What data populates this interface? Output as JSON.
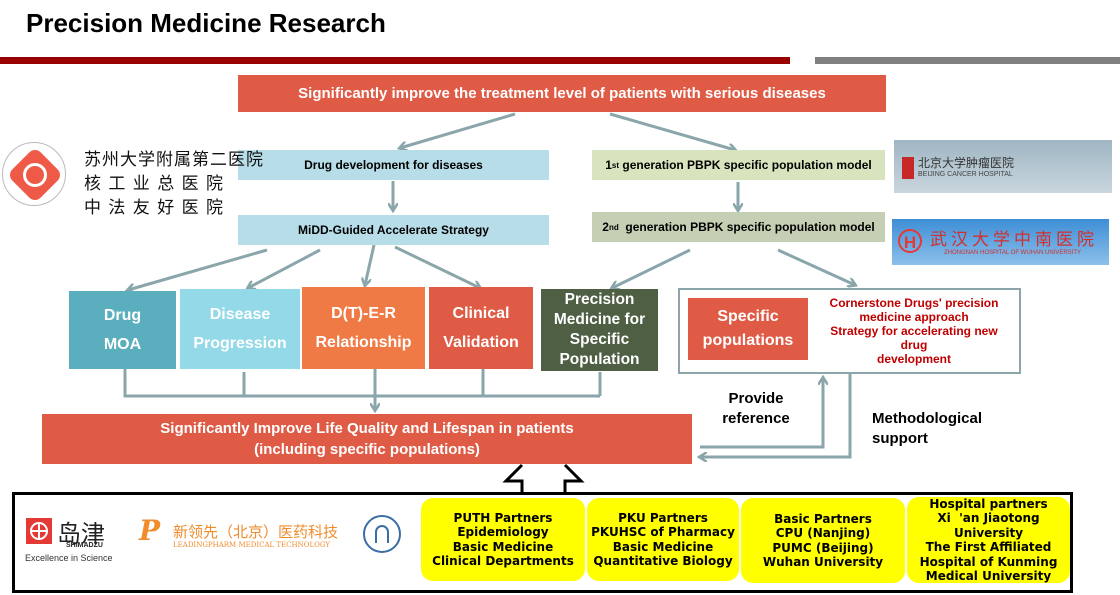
{
  "title": "Precision Medicine Research",
  "colors": {
    "title_bar_red": "#990000",
    "title_bar_gray": "#808080",
    "accent_red": "#e05b45",
    "light_blue": "#b7dde8",
    "teal": "#5aaebd",
    "sky": "#94d9e8",
    "orange": "#ef7a45",
    "dark_green": "#4e5f44",
    "partner_yellow": "#ffff00",
    "note_red": "#c00000",
    "connector": "#8aa6ab"
  },
  "top_goal": "Significantly improve the treatment level of patients with serious diseases",
  "left_branch": {
    "step1": "Drug development for diseases",
    "step2": "MiDD-Guided Accelerate Strategy"
  },
  "right_branch": {
    "step1": {
      "prefix": "1",
      "sup": "st",
      "text": " generation PBPK specific population model"
    },
    "step2": {
      "prefix": "2",
      "sup": "nd",
      "text": "  generation PBPK specific population model"
    }
  },
  "categories": [
    {
      "line1": "Drug",
      "line2": "MOA"
    },
    {
      "line1": "Disease",
      "line2": "Progression"
    },
    {
      "line1": "D(T)-E-R",
      "line2": "Relationship"
    },
    {
      "line1": "Clinical",
      "line2": "Validation"
    }
  ],
  "precision_box": [
    "Precision",
    "Medicine for",
    "Specific",
    "Population"
  ],
  "specific_populations": {
    "line1": "Specific",
    "line2": "populations"
  },
  "cornerstone_note": [
    "Cornerstone Drugs' precision",
    "medicine approach",
    "Strategy for accelerating new drug",
    "development"
  ],
  "outcome": {
    "line1": "Significantly Improve Life Quality and Lifespan in patients",
    "line2": "(including specific populations)"
  },
  "labels": {
    "provide_reference": [
      "Provide",
      "reference"
    ],
    "methodological_support": [
      "Methodological",
      "support"
    ]
  },
  "logos": {
    "soochow": {
      "line1": "苏州大学附属第二医院",
      "line2": "核 工 业 总 医 院",
      "line3": "中 法 友 好 医 院"
    },
    "beijing_cancer": {
      "cn": "北京大学肿瘤医院",
      "en": "BEIJING CANCER HOSPITAL"
    },
    "zhongnan": {
      "cn": "武汉大学中南医院",
      "en": "ZHONGNAN HOSPITAL OF WUHAN UNIVERSITY"
    },
    "shimadzu": {
      "cn": "岛津",
      "en": "SHIMADZU",
      "tagline": "Excellence in Science"
    },
    "leadingpharm": {
      "cn": "新领先（北京）医药科技",
      "en": "LEADINGPHARM MEDICAL TECHNOLOGY"
    }
  },
  "partners": [
    {
      "lines": [
        "PUTH Partners",
        "Epidemiology",
        "Basic Medicine",
        "Clinical Departments"
      ]
    },
    {
      "lines": [
        "PKU Partners",
        "PKUHSC of Pharmacy",
        "Basic Medicine",
        "Quantitative Biology"
      ]
    },
    {
      "lines": [
        "Basic Partners",
        "CPU (Nanjing)",
        "PUMC (Beijing)",
        "Wuhan University"
      ]
    },
    {
      "lines": [
        "Hospital partners",
        "Xi  'an Jiaotong",
        "University",
        "The First Affiliated",
        "Hospital of Kunming",
        "Medical University"
      ]
    }
  ]
}
